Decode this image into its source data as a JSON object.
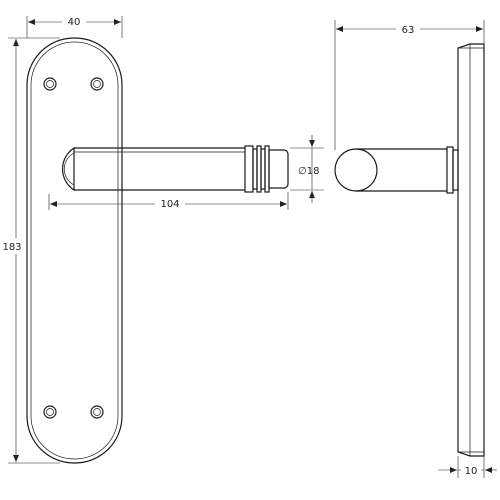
{
  "drawing": {
    "dimensions": {
      "plate_width": "40",
      "overall_height": "183",
      "lever_length": "104",
      "lever_diameter": "∅18",
      "projection": "63",
      "plate_thickness": "10"
    },
    "colors": {
      "line": "#1a1a1a",
      "background": "#ffffff"
    }
  }
}
